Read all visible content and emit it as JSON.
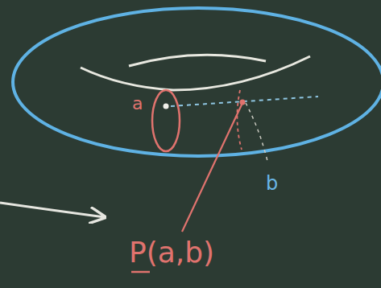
{
  "diagram": {
    "labels": [
      "a",
      "b",
      "P(a,b)"
    ]
  }
}
